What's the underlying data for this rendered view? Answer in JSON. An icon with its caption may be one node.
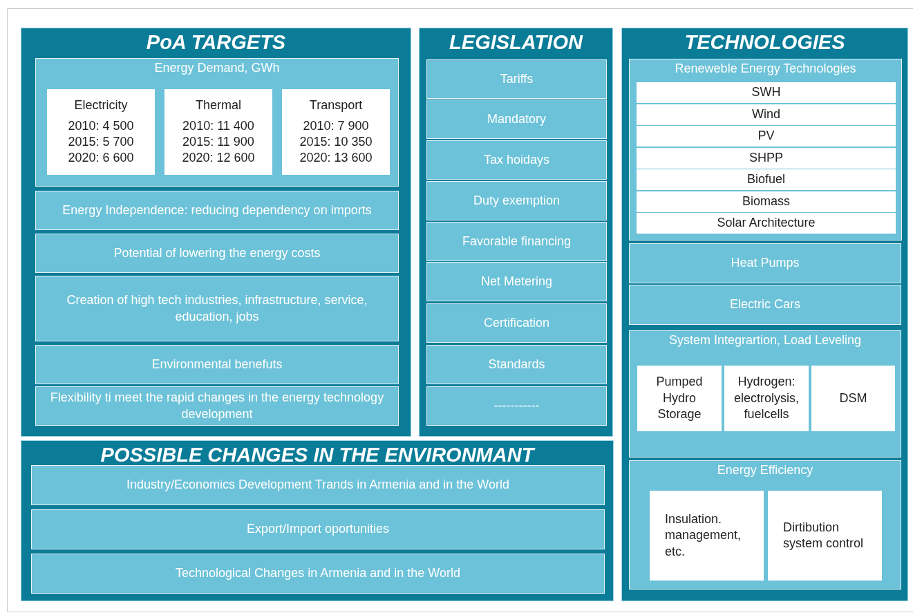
{
  "diagram": {
    "nodes": [
      {
        "text": [
          "PoA TARGETS"
        ]
      },
      {
        "text": [
          "Energy Demand, GWh"
        ],
        "in": 0
      },
      {
        "text": [
          "Electricity",
          "2010: 4 500",
          "2015: 5 700",
          "2020: 6 600"
        ],
        "in": 1
      },
      {
        "text": [
          "Thermal",
          "2010: 11 400",
          "2015: 11 900",
          "2020: 12 600"
        ],
        "in": 1
      },
      {
        "text": [
          "Transport",
          "2010: 7 900",
          "2015: 10 350",
          "2020: 13 600"
        ],
        "in": 1
      },
      {
        "text": [
          "Energy Independence: reducing dependency on imports"
        ],
        "in": 0
      },
      {
        "text": [
          "Potential of lowering the energy costs"
        ],
        "in": 0
      },
      {
        "text": [
          "Creation of high tech industries, infrastructure, service, education, jobs"
        ],
        "in": 0
      },
      {
        "text": [
          "Environmental benefuts"
        ],
        "in": 0
      },
      {
        "text": [
          "Flexibility ti meet the rapid changes in the energy technology development"
        ],
        "in": 0
      },
      {
        "text": [
          "LEGISLATION"
        ]
      },
      {
        "text": [
          "Tariffs"
        ],
        "in": 10
      },
      {
        "text": [
          "Mandatory"
        ],
        "in": 10
      },
      {
        "text": [
          "Tax hoidays"
        ],
        "in": 10
      },
      {
        "text": [
          "Duty exemption"
        ],
        "in": 10
      },
      {
        "text": [
          "Favorable financing"
        ],
        "in": 10
      },
      {
        "text": [
          "Net Metering"
        ],
        "in": 10
      },
      {
        "text": [
          "Certification"
        ],
        "in": 10
      },
      {
        "text": [
          "Standards"
        ],
        "in": 10
      },
      {
        "text": [
          "-----------"
        ],
        "in": 10
      },
      {
        "text": [
          "TECHNOLOGIES"
        ]
      },
      {
        "text": [
          "Reneweble Energy Technologies"
        ],
        "in": 20
      },
      {
        "text": [
          "SWH"
        ],
        "in": 21
      },
      {
        "text": [
          "Wind"
        ],
        "in": 21
      },
      {
        "text": [
          "PV"
        ],
        "in": 21
      },
      {
        "text": [
          "SHPP"
        ],
        "in": 21
      },
      {
        "text": [
          "Biofuel"
        ],
        "in": 21
      },
      {
        "text": [
          "Biomass"
        ],
        "in": 21
      },
      {
        "text": [
          "Solar Architecture"
        ],
        "in": 21
      },
      {
        "text": [
          "Heat Pumps"
        ],
        "in": 20
      },
      {
        "text": [
          "Electric Cars"
        ],
        "in": 20
      },
      {
        "text": [
          "System Integrartion, Load Leveling"
        ],
        "in": 20
      },
      {
        "text": [
          "Pumped Hydro Storage"
        ],
        "in": 31
      },
      {
        "text": [
          "Hydrogen: electrolysis, fuelcells"
        ],
        "in": 31
      },
      {
        "text": [
          "DSM"
        ],
        "in": 31
      },
      {
        "text": [
          "Energy Efficiency"
        ],
        "in": 20
      },
      {
        "text": [
          "Insulation. management, etc."
        ],
        "in": 35
      },
      {
        "text": [
          "Dirtibution system control"
        ],
        "in": 35
      },
      {
        "text": [
          "POSSIBLE CHANGES IN THE ENVIRONMANT"
        ]
      },
      {
        "text": [
          "Industry/Economics Development Trands in Armenia and in the World"
        ],
        "in": 38
      },
      {
        "text": [
          "Export/Import oportunities"
        ],
        "in": 38
      },
      {
        "text": [
          "Technological Changes in Armenia and in the World"
        ],
        "in": 38
      }
    ]
  }
}
